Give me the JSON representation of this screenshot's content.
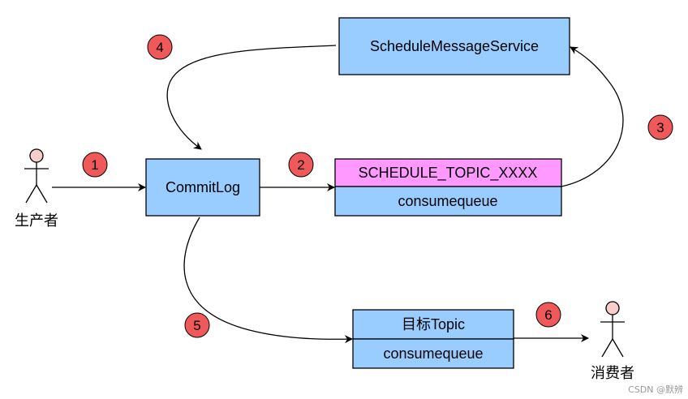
{
  "nodes": {
    "producer": "生产者",
    "consumer": "消费者",
    "commitlog": "CommitLog",
    "schedule_service": "ScheduleMessageService",
    "schedule_topic": "SCHEDULE_TOPIC_XXXX",
    "schedule_consumequeue": "consumequeue",
    "target_topic": "目标Topic",
    "target_consumequeue": "consumequeue"
  },
  "steps": [
    "1",
    "2",
    "3",
    "4",
    "5",
    "6"
  ],
  "colors": {
    "box_fill": "#99ccff",
    "topic_fill": "#ff99ff",
    "step_fill": "#f0595a",
    "actor_head": "#f8cecc"
  },
  "watermark": "CSDN @默辨"
}
